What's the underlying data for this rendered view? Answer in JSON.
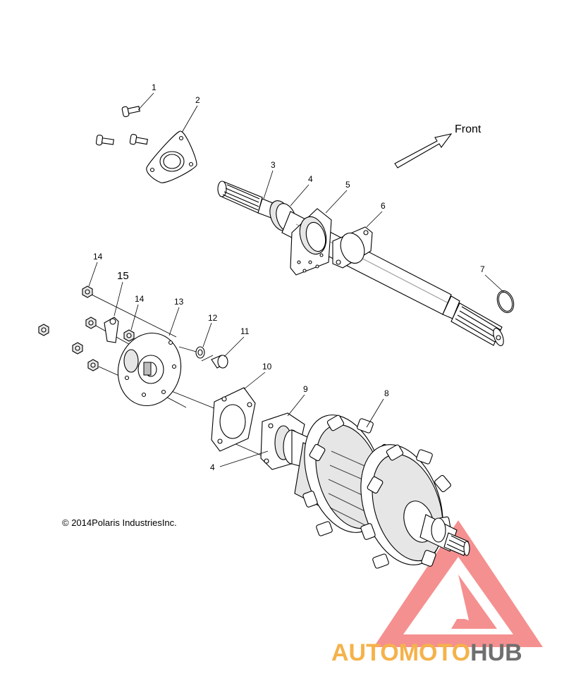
{
  "diagram": {
    "front_label": "Front",
    "copyright": "© 2014Polaris IndustriesInc.",
    "callouts": [
      {
        "id": "c1",
        "label": "1"
      },
      {
        "id": "c2",
        "label": "2"
      },
      {
        "id": "c3",
        "label": "3"
      },
      {
        "id": "c4a",
        "label": "4"
      },
      {
        "id": "c5",
        "label": "5"
      },
      {
        "id": "c6",
        "label": "6"
      },
      {
        "id": "c7",
        "label": "7"
      },
      {
        "id": "c8",
        "label": "8"
      },
      {
        "id": "c9",
        "label": "9"
      },
      {
        "id": "c10",
        "label": "10"
      },
      {
        "id": "c11",
        "label": "11"
      },
      {
        "id": "c12",
        "label": "12"
      },
      {
        "id": "c13",
        "label": "13"
      },
      {
        "id": "c14a",
        "label": "14"
      },
      {
        "id": "c14b",
        "label": "14"
      },
      {
        "id": "c15",
        "label": "15"
      },
      {
        "id": "c4b",
        "label": "4"
      }
    ]
  },
  "watermark": {
    "part1": "AUTOMOTO",
    "part2": "HUB",
    "color_orange": "#f5b24a",
    "color_red": "#f26b6b",
    "color_gray": "#6f6f6f"
  }
}
